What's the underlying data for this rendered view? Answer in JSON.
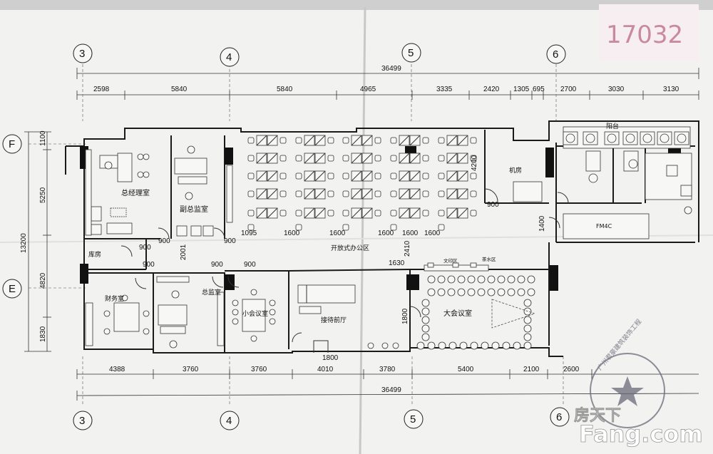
{
  "grid_labels": {
    "top": [
      "3",
      "4",
      "5",
      "6"
    ],
    "bottom": [
      "3",
      "4",
      "5",
      "6"
    ],
    "left": [
      "F",
      "E"
    ]
  },
  "dimensions": {
    "top_total": "36499",
    "top_segments": [
      "2598",
      "5840",
      "5840",
      "4965",
      "3335",
      "2420",
      "1305",
      "695",
      "2700",
      "3030",
      "3130"
    ],
    "bottom_total": "36499",
    "bottom_segments": [
      "4388",
      "3760",
      "3760",
      "4010",
      "3780",
      "5400",
      "2100",
      "2600"
    ],
    "left_total": "13200",
    "left_segments": [
      "1100",
      "5250",
      "4820",
      "1830"
    ],
    "interior": [
      "900",
      "900",
      "900",
      "2001",
      "900",
      "900",
      "900",
      "1630",
      "2410",
      "1800",
      "1800",
      "1400",
      "4200",
      "900",
      "1095",
      "1600",
      "1600",
      "1600",
      "1600",
      "1600"
    ]
  },
  "rooms": {
    "gm_office": "总经理室",
    "deputy_director": "副总监室",
    "open_office": "开放式办公区",
    "machine_room": "机房",
    "balcony": "阳台",
    "storage": "库房",
    "finance": "财务室",
    "director": "总监室",
    "small_meeting": "小会议室",
    "reception": "接待前厅",
    "large_meeting": "大会议室",
    "print_area": "文印区",
    "tea_area": "茶水区",
    "fire_cabinet": "FM4C"
  },
  "stamp_text": "广州君豪建筑装饰工程有限公司",
  "corner_mark": "17032",
  "watermark": {
    "cn": "房天下",
    "brand": "Fang.com"
  }
}
